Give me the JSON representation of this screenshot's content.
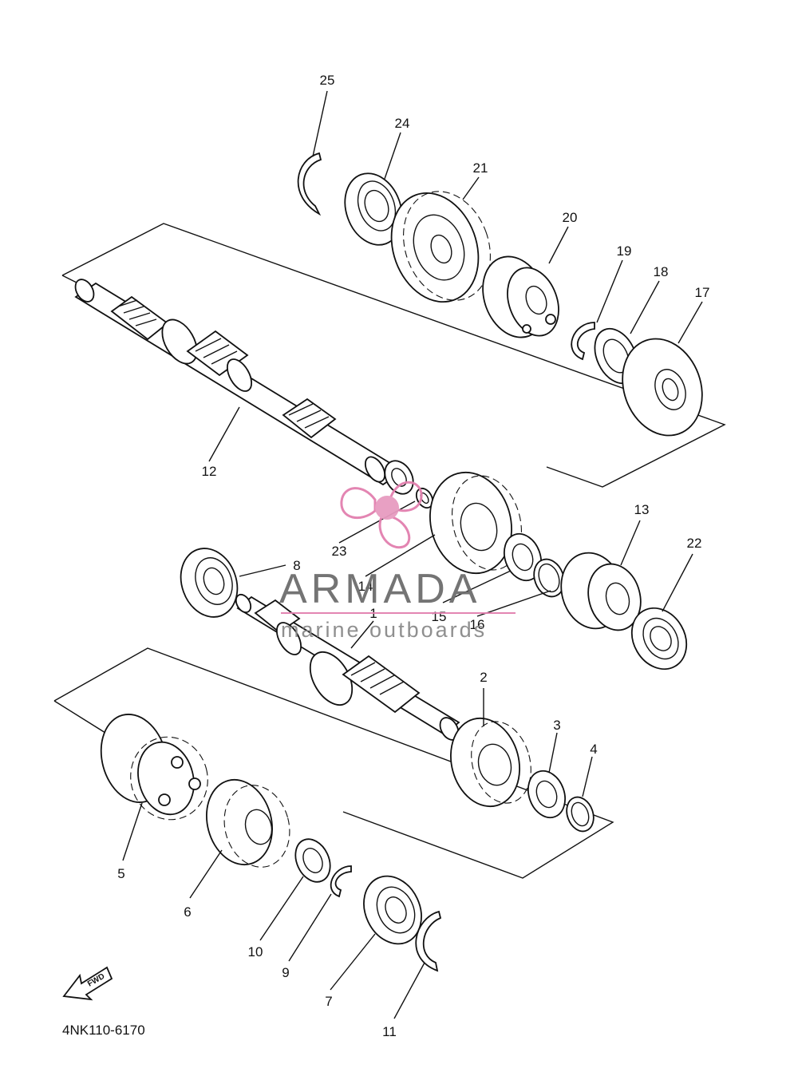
{
  "diagram_code": "4NK110-6170",
  "fwd_arrow_label": "FWD",
  "watermark": {
    "brand": "ARMADA",
    "tagline": "marine outboards",
    "brand_color": "#e27fae",
    "text_color": "#6d6d6d"
  },
  "callouts": [
    "25",
    "24",
    "21",
    "20",
    "19",
    "18",
    "17",
    "12",
    "23",
    "14",
    "13",
    "22",
    "8",
    "1",
    "15",
    "16",
    "2",
    "3",
    "4",
    "5",
    "6",
    "10",
    "9",
    "7",
    "11"
  ]
}
